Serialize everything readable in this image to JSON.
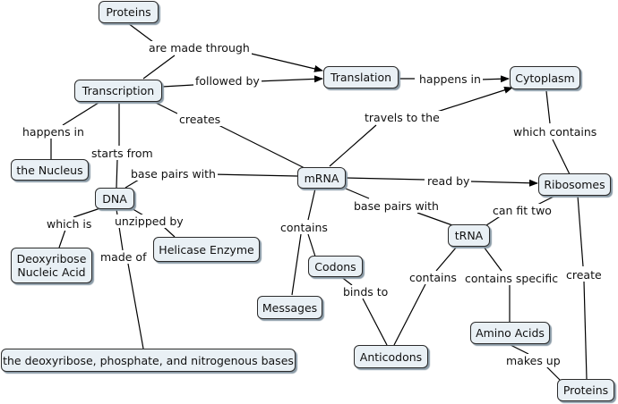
{
  "nodes": {
    "proteins_top": "Proteins",
    "transcription": "Transcription",
    "translation": "Translation",
    "cytoplasm": "Cytoplasm",
    "the_nucleus": "the Nucleus",
    "dna": "DNA",
    "mrna": "mRNA",
    "ribosomes": "Ribosomes",
    "trna": "tRNA",
    "deoxyribose_line1": "Deoxyribose",
    "deoxyribose_line2": "Nucleic Acid",
    "helicase": "Helicase Enzyme",
    "codons": "Codons",
    "messages": "Messages",
    "bases": "the deoxyribose, phosphate, and nitrogenous bases",
    "anticodons": "Anticodons",
    "amino_acids": "Amino Acids",
    "proteins_bottom": "Proteins"
  },
  "links": {
    "are_made_through": "are made through",
    "followed_by": "followed by",
    "happens_in_1": "happens in",
    "happens_in_2": "happens in",
    "creates": "creates",
    "travels_to_the": "travels to the",
    "which_contains": "which contains",
    "starts_from": "starts from",
    "base_pairs_with_1": "base pairs with",
    "read_by": "read by",
    "which_is": "which is",
    "unzipped_by": "unzipped by",
    "made_of": "made of",
    "contains_1": "contains",
    "base_pairs_with_2": "base pairs with",
    "can_fit_two": "can fit two",
    "create": "create",
    "binds_to": "binds to",
    "contains_2": "contains",
    "contains_specific": "contains specific",
    "makes_up": "makes up"
  }
}
